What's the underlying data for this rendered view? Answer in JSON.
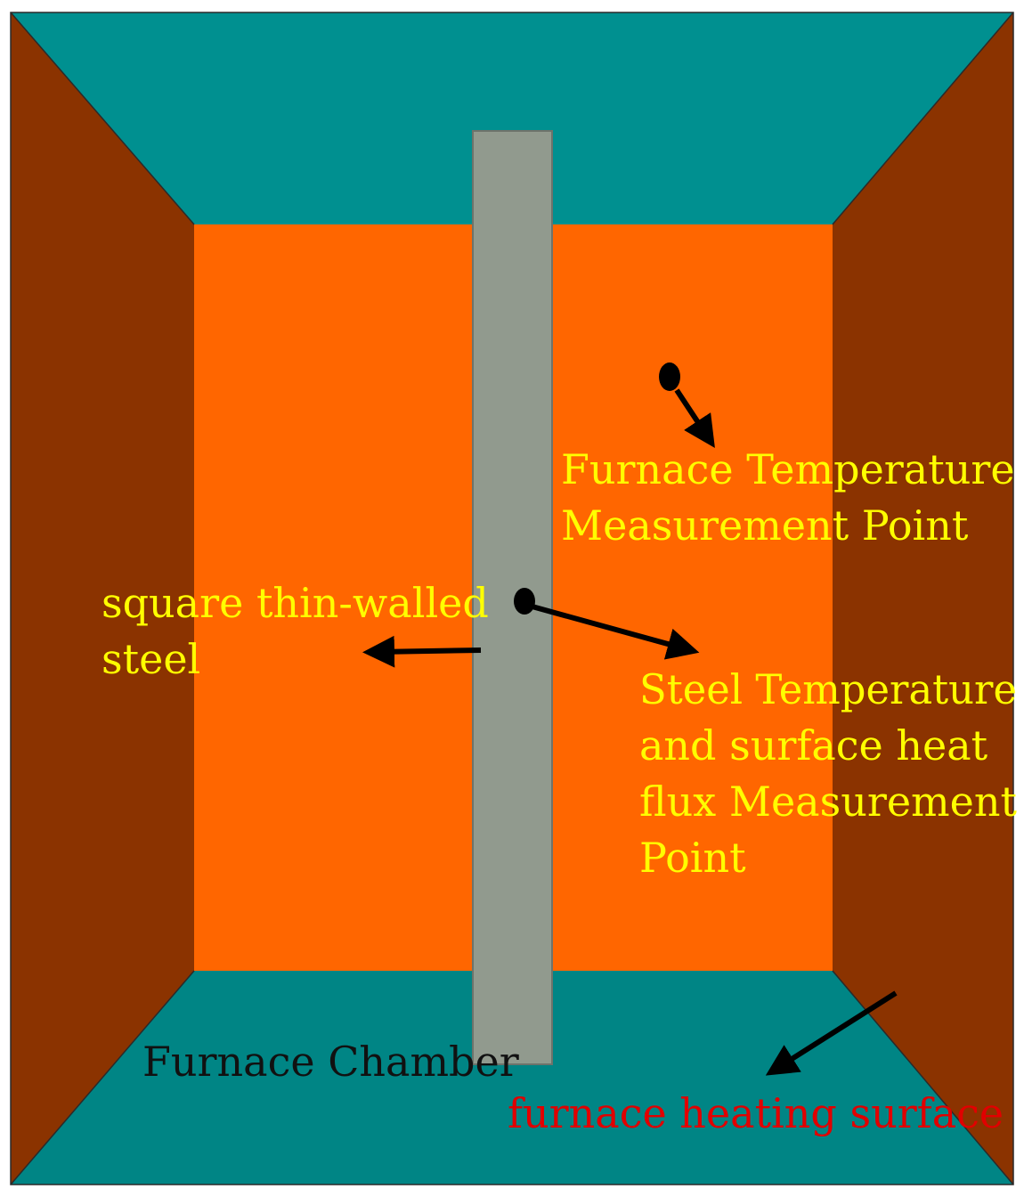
{
  "labels": {
    "furnace_temp_line1": "Furnace Temperature",
    "furnace_temp_line2": "Measurement Point",
    "steel_line1": "square thin-walled",
    "steel_line2": "steel",
    "steel_temp_line1": "Steel Temperature",
    "steel_temp_line2": "and surface heat",
    "steel_temp_line3": "flux Measurement",
    "steel_temp_line4": "Point",
    "chamber": "Furnace Chamber",
    "heating_surface": "furnace heating surface"
  },
  "colors": {
    "back_wall": "#ff6600",
    "top_wall": "#009090",
    "bottom_wall": "#008585",
    "side_walls": "#8b3300",
    "steel_column": "#919a8e",
    "label_default": "#ffff00",
    "label_chamber": "#111111",
    "label_heating": "#e10000"
  }
}
